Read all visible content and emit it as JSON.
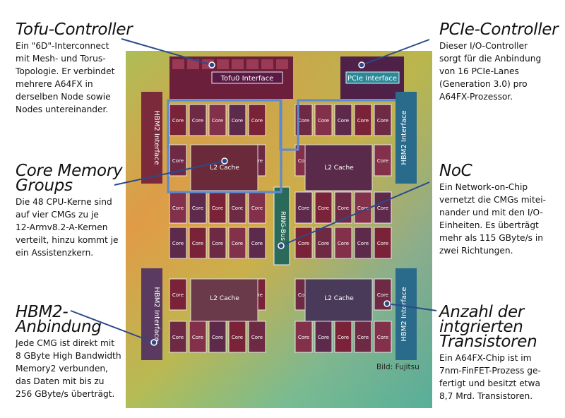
{
  "annotations": {
    "tofu": {
      "title": "Tofu-Controller",
      "lines": [
        "Ein \"6D\"-Interconnect",
        "mit Mesh- und Torus-",
        "Topologie. Er verbindet",
        "mehrere A64FX in",
        "derselben Node sowie",
        "Nodes untereinander."
      ]
    },
    "pcie": {
      "title": "PCIe-Controller",
      "lines": [
        "Dieser I/O-Controller",
        "sorgt für die Anbindung",
        "von 16 PCIe-Lanes",
        "(Generation 3.0) pro",
        "A64FX-Prozessor."
      ]
    },
    "cmg": {
      "title_lines": [
        "Core Memory",
        "Groups"
      ],
      "lines": [
        "Die 48 CPU-Kerne sind",
        "auf vier CMGs zu je",
        "12-Armv8.2-A-Kernen",
        "verteilt, hinzu kommt je",
        "ein Assistenzkern."
      ]
    },
    "noc": {
      "title": "NoC",
      "lines": [
        "Ein Network-on-Chip",
        "vernetzt die CMGs mitei-",
        "nander und mit den I/O-",
        "Einheiten. Es überträgt",
        "mehr als 115 GByte/s in",
        "zwei Richtungen."
      ]
    },
    "hbm": {
      "title_lines": [
        "HBM2-",
        "Anbindung"
      ],
      "lines": [
        "Jede CMG ist direkt mit",
        "8 GByte High Bandwidth",
        "Memory2 verbunden,",
        "das Daten mit bis zu",
        "256 GByte/s überträgt."
      ]
    },
    "transistors": {
      "title_lines": [
        "Anzahl der",
        "intgrierten",
        "Transistoren"
      ],
      "lines": [
        "Ein A64FX-Chip ist im",
        "7nm-FinFET-Prozess ge-",
        "fertigt und besitzt etwa",
        "8,7 Mrd. Transistoren."
      ]
    }
  },
  "chip_labels": {
    "tofu_interface": "Tofu0 Interface",
    "pcie_interface": "PCIe Interface",
    "hbm2_interface": "HBM2 Interface",
    "ring_bus": "RING-Bus",
    "core": "Core",
    "l2_cache": "L2 Cache"
  },
  "credit": "Bild: Fujitsu"
}
